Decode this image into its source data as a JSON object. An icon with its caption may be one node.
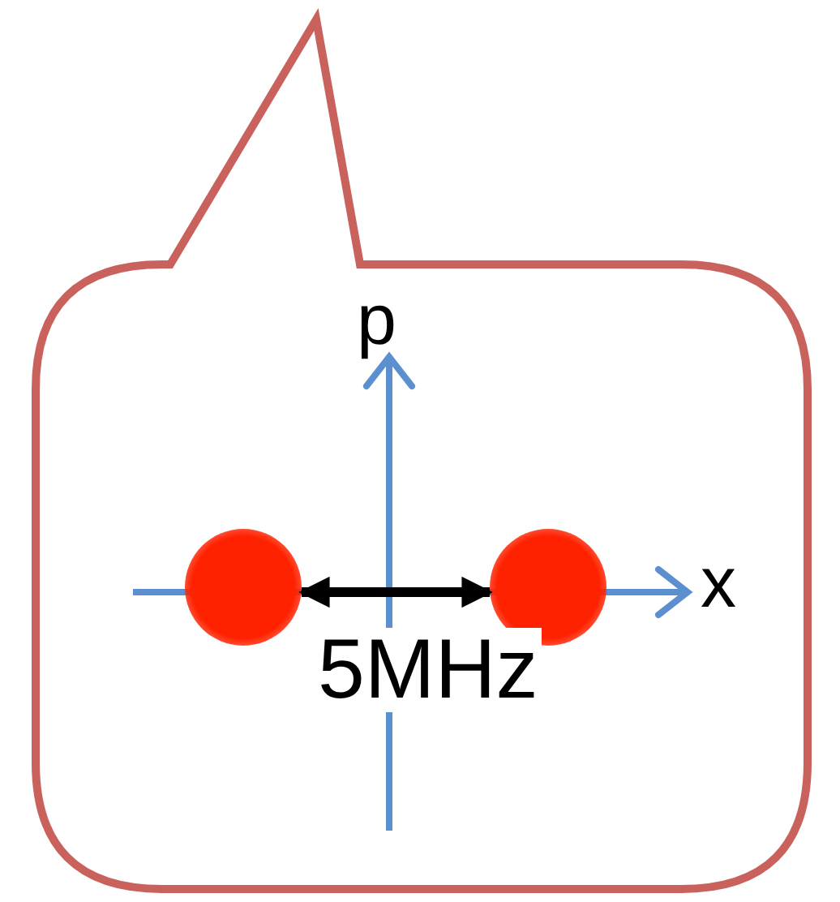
{
  "diagram": {
    "nodes": [
      {
        "text": [],
        "shape": "circle"
      },
      {
        "text": [],
        "shape": "circle"
      }
    ],
    "edges": [
      {
        "from": 0,
        "to": 1,
        "arrow": "both",
        "label": "5MHz"
      }
    ],
    "labels": [
      "p",
      "x"
    ]
  }
}
